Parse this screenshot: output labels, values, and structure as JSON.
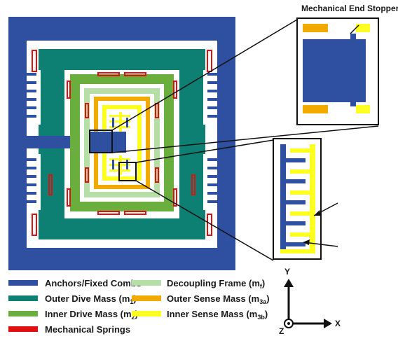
{
  "annotation": {
    "end_stoppers": "Mechanical End Stoppers"
  },
  "legend": [
    {
      "label": "Anchors/Fixed Combs",
      "color": "#2f4fa0",
      "sub": ""
    },
    {
      "label": "Decoupling Frame (m",
      "color": "#b6dfa8",
      "sub": "f",
      "close": ")"
    },
    {
      "label": "Outer Dive Mass (m",
      "color": "#0e7f73",
      "sub": "1",
      "close": ")"
    },
    {
      "label": "Outer Sense Mass (m",
      "color": "#f2a900",
      "sub": "3a",
      "close": ")"
    },
    {
      "label": "Inner Drive Mass (m",
      "color": "#6aae3e",
      "sub": "2",
      "close": ")"
    },
    {
      "label": "Inner Sense Mass (m",
      "color": "#ffff22",
      "sub": "3b",
      "close": ")"
    },
    {
      "label": "Mechanical Springs",
      "color": "#e01010",
      "sub": ""
    }
  ],
  "axes": {
    "y": "Y",
    "x": "X",
    "z": "Z"
  },
  "colors": {
    "anchor": "#2f4fa0",
    "outer_drive": "#0e7f73",
    "inner_drive": "#6aae3e",
    "decoupling": "#b6dfa8",
    "outer_sense": "#f2a900",
    "inner_sense": "#ffff22",
    "spring": "#e01010"
  }
}
